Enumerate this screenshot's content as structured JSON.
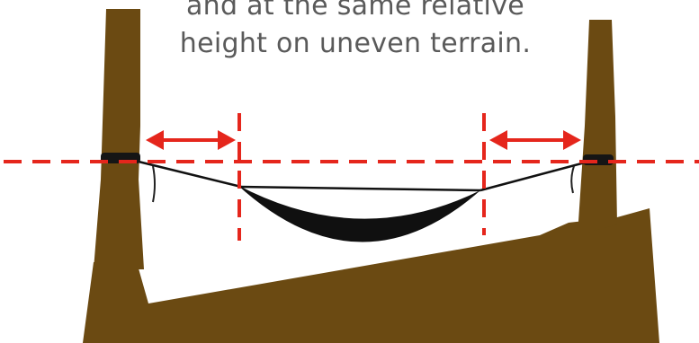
{
  "caption": {
    "line1": "and at the same relative",
    "line2": "height on uneven terrain."
  },
  "colors": {
    "terrain": "#6b4a12",
    "guide": "#e5261c",
    "hammock": "#101010",
    "background": "#ffffff",
    "caption_text": "#5a5a5a"
  },
  "icons": {
    "left_arrow": "double-headed-arrow",
    "right_arrow": "double-headed-arrow"
  }
}
